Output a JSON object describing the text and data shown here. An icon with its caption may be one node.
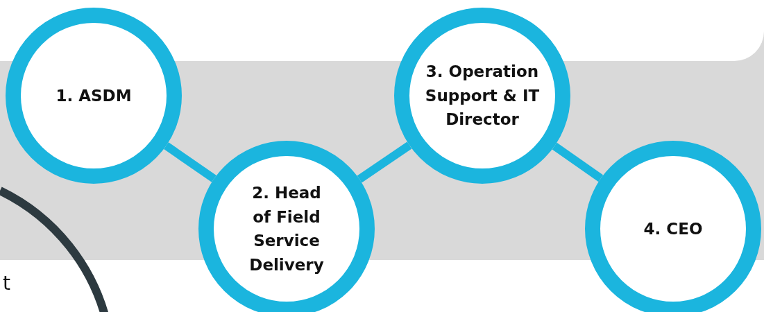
{
  "diagram": {
    "nodes": [
      {
        "text": [
          "1. ASDM"
        ]
      },
      {
        "text": [
          "2. Head of Field Service Delivery"
        ]
      },
      {
        "text": [
          "3. Operation Support & IT Director"
        ]
      },
      {
        "text": [
          "4. CEO"
        ]
      }
    ],
    "edges": [
      {
        "from": 0,
        "to": 1,
        "arrow": "none"
      },
      {
        "from": 1,
        "to": 2,
        "arrow": "none"
      },
      {
        "from": 2,
        "to": 3,
        "arrow": "none"
      }
    ],
    "labels": [
      "t"
    ]
  }
}
